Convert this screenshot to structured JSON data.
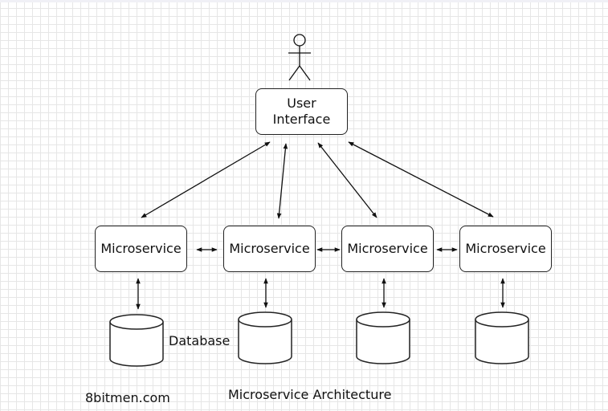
{
  "diagram": {
    "user_interface_label": "User\nInterface",
    "microservices": [
      {
        "label": "Microservice"
      },
      {
        "label": "Microservice"
      },
      {
        "label": "Microservice"
      },
      {
        "label": "Microservice"
      }
    ],
    "database_label": "Database",
    "caption": "Microservice Architecture",
    "watermark": "8bitmen.com"
  }
}
